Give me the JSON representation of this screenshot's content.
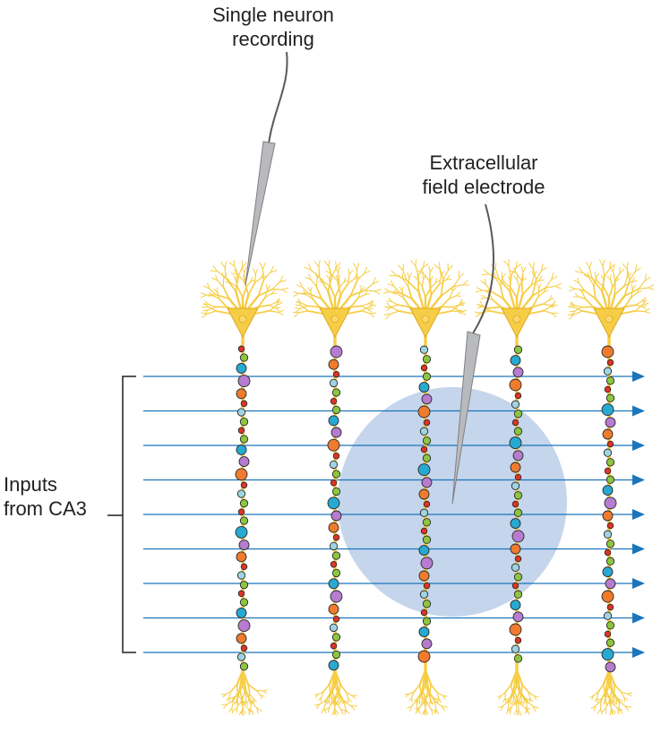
{
  "labels": {
    "single_neuron": [
      "Single neuron",
      "recording"
    ],
    "field_electrode": [
      "Extracellular",
      "field electrode"
    ],
    "inputs": [
      "Inputs",
      "from CA3"
    ]
  },
  "colors": {
    "neuron": "#f6cd46",
    "neuron_outline": "#e0a91c",
    "soma_core": "#f9d96e",
    "axon": "#1b75bb",
    "field": "#c5d5ec",
    "electrode": "#b9babd",
    "wire": "#58595b",
    "bracket": "#231f20",
    "synapse_blue": "#27a9d2",
    "synapse_purple": "#b67ccf",
    "synapse_orange": "#ef7b2d",
    "synapse_green": "#8cc640",
    "synapse_red": "#e03426",
    "synapse_light": "#9fd3e3"
  },
  "diagram": {
    "neuron_count": 5,
    "input_fiber_count": 9
  }
}
